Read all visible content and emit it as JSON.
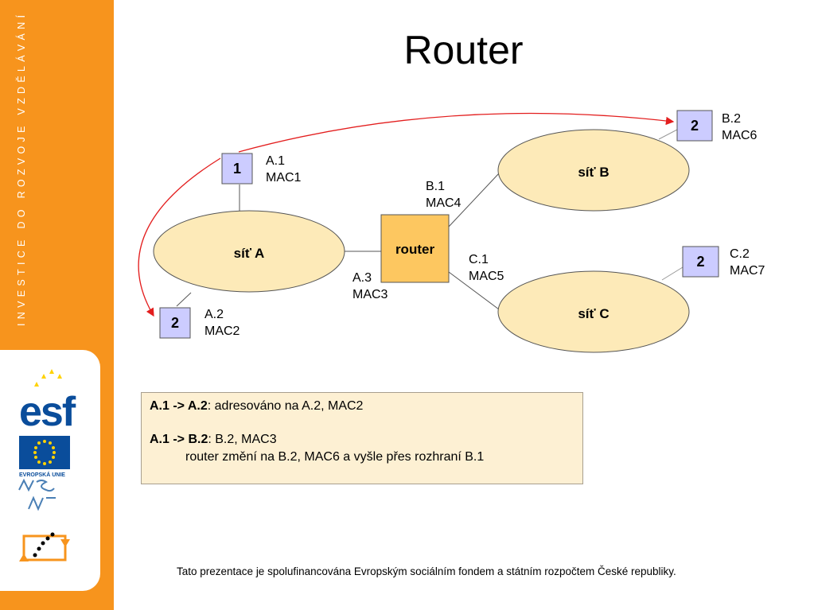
{
  "sidebar": {
    "vertical_text": "INVESTICE DO ROZVOJE VZDĚLÁVÁNÍ",
    "logos": {
      "esf_text": "esf",
      "eu_text": "EVROPSKÁ UNIE",
      "msmt_icon": "msmt-logo-icon",
      "op_icon": "op-vk-logo-icon"
    }
  },
  "slide": {
    "title": "Router"
  },
  "diagram": {
    "networks": {
      "a": "síť A",
      "b": "síť B",
      "c": "síť C"
    },
    "router": "router",
    "nodes": {
      "a1": "1",
      "a2": "2",
      "b2": "2",
      "c2": "2"
    },
    "labels": {
      "a1": [
        "A.1",
        "MAC1"
      ],
      "a2": [
        "A.2",
        "MAC2"
      ],
      "a3": [
        "A.3",
        "MAC3"
      ],
      "b1": [
        "B.1",
        "MAC4"
      ],
      "b2": [
        "B.2",
        "MAC6"
      ],
      "c1": [
        "C.1",
        "MAC5"
      ],
      "c2": [
        "C.2",
        "MAC7"
      ]
    },
    "colors": {
      "ellipse_fill": "#fdeab8",
      "router_fill": "#fdc760",
      "node_fill": "#ccccff",
      "arrow": "#e31e1e"
    }
  },
  "info": {
    "line1_bold": "A.1 -> A.2",
    "line1_rest": ": adresováno na A.2, MAC2",
    "line2_bold": "A.1 -> B.2",
    "line2_rest": ": B.2, MAC3",
    "line3": "router změní na B.2, MAC6 a vyšle přes rozhraní B.1"
  },
  "footer": "Tato prezentace je spolufinancována Evropským sociálním fondem a státním rozpočtem České republiky."
}
